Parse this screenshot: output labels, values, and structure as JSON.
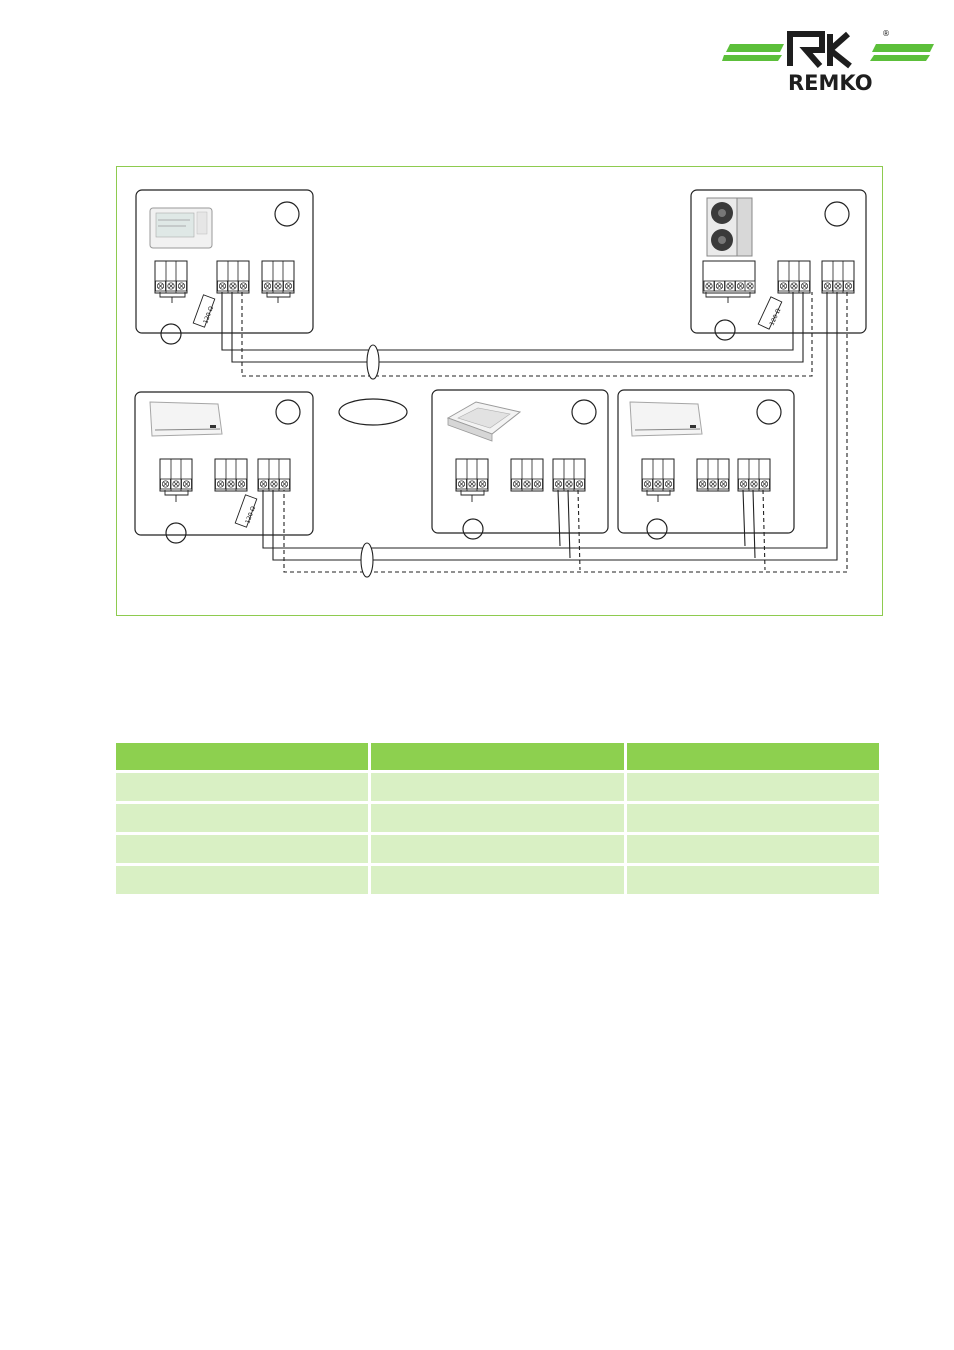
{
  "logo": {
    "brand_text": "REMKO",
    "registered_mark": "®",
    "colors": {
      "green": "#5cbf3a",
      "dark": "#1e1e1e"
    }
  },
  "diagram": {
    "resistor_label": "120 Ω",
    "units": [
      {
        "id": "wired-controller",
        "icon": "controller-icon"
      },
      {
        "id": "outdoor-unit",
        "icon": "outdoor-unit-icon"
      },
      {
        "id": "wall-unit-1",
        "icon": "wall-split-icon"
      },
      {
        "id": "cassette-unit",
        "icon": "cassette-icon"
      },
      {
        "id": "wall-unit-2",
        "icon": "wall-split-icon"
      }
    ],
    "colors": {
      "frame": "#8ecb4f",
      "line": "#222222"
    }
  },
  "table": {
    "header": [
      "",
      "",
      ""
    ],
    "rows": [
      [
        "",
        "",
        ""
      ],
      [
        "",
        "",
        ""
      ],
      [
        "",
        "",
        ""
      ],
      [
        "",
        "",
        ""
      ]
    ],
    "colors": {
      "header": "#8dd04f",
      "row": "#d9f0c4"
    }
  }
}
